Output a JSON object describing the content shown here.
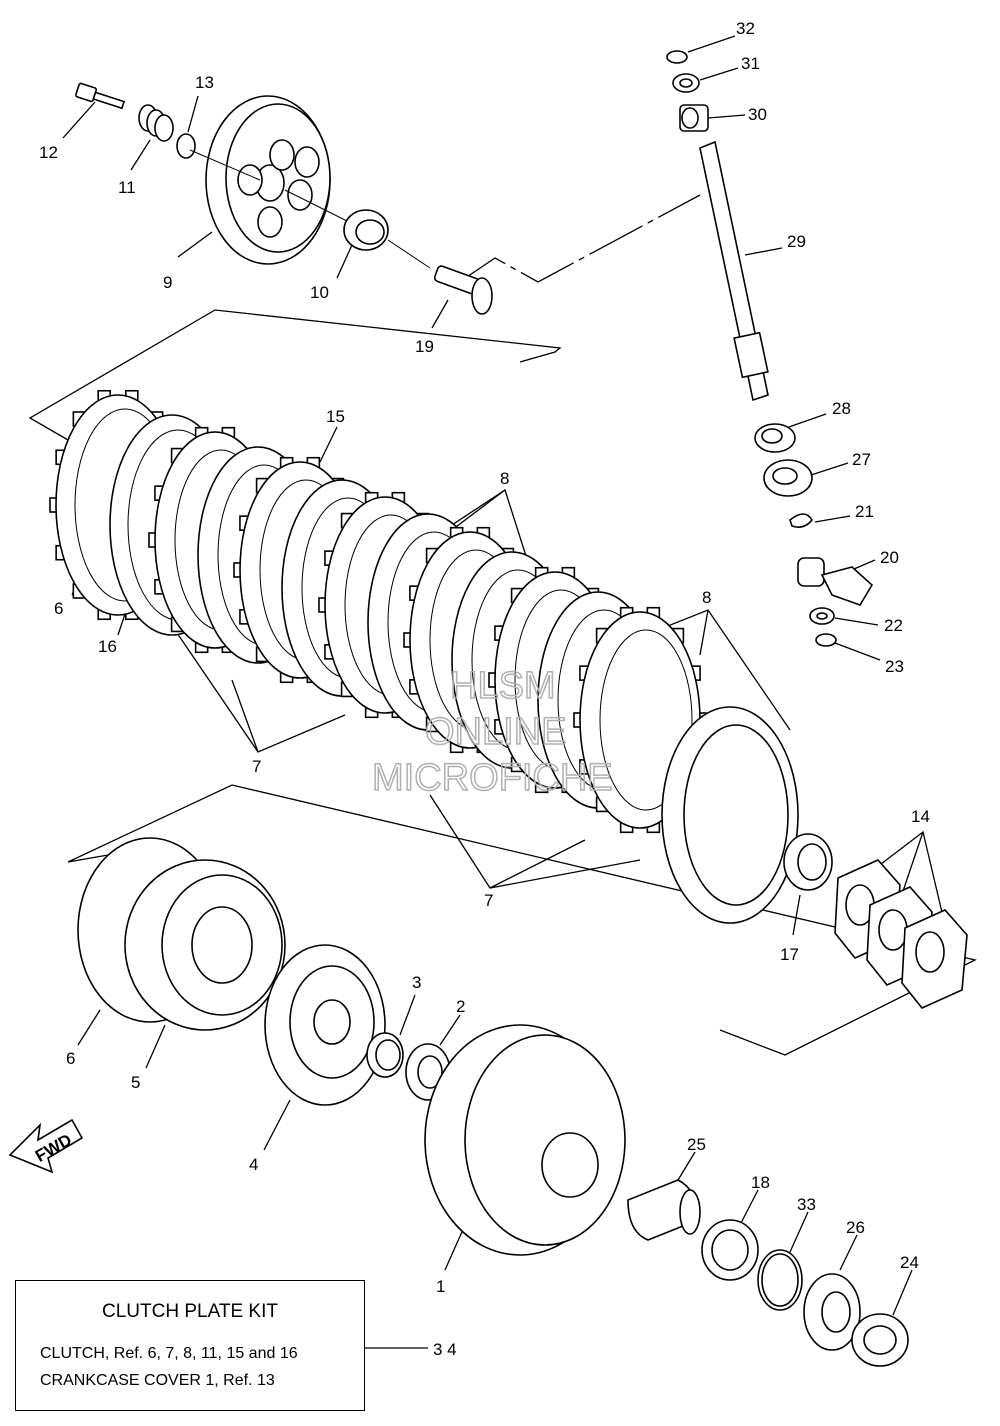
{
  "callouts": [
    {
      "id": "1",
      "label": "1"
    },
    {
      "id": "2",
      "label": "2"
    },
    {
      "id": "3",
      "label": "3"
    },
    {
      "id": "4",
      "label": "4"
    },
    {
      "id": "5",
      "label": "5"
    },
    {
      "id": "6a",
      "label": "6"
    },
    {
      "id": "6b",
      "label": "6"
    },
    {
      "id": "7a",
      "label": "7"
    },
    {
      "id": "7b",
      "label": "7"
    },
    {
      "id": "8a",
      "label": "8"
    },
    {
      "id": "8b",
      "label": "8"
    },
    {
      "id": "9",
      "label": "9"
    },
    {
      "id": "10",
      "label": "10"
    },
    {
      "id": "11",
      "label": "11"
    },
    {
      "id": "12",
      "label": "12"
    },
    {
      "id": "13",
      "label": "13"
    },
    {
      "id": "14",
      "label": "14"
    },
    {
      "id": "15",
      "label": "15"
    },
    {
      "id": "16",
      "label": "16"
    },
    {
      "id": "17",
      "label": "17"
    },
    {
      "id": "18",
      "label": "18"
    },
    {
      "id": "19",
      "label": "19"
    },
    {
      "id": "20",
      "label": "20"
    },
    {
      "id": "21",
      "label": "21"
    },
    {
      "id": "22",
      "label": "22"
    },
    {
      "id": "23",
      "label": "23"
    },
    {
      "id": "24",
      "label": "24"
    },
    {
      "id": "25",
      "label": "25"
    },
    {
      "id": "26",
      "label": "26"
    },
    {
      "id": "27",
      "label": "27"
    },
    {
      "id": "28",
      "label": "28"
    },
    {
      "id": "29",
      "label": "29"
    },
    {
      "id": "30",
      "label": "30"
    },
    {
      "id": "31",
      "label": "31"
    },
    {
      "id": "32",
      "label": "32"
    },
    {
      "id": "33",
      "label": "33"
    },
    {
      "id": "34",
      "label": "3 4"
    }
  ],
  "fwd_label": "FWD",
  "watermark": {
    "line1": "HLSM",
    "line2": "ONLINE",
    "line3": "MICROFICHE"
  },
  "kit": {
    "title": "CLUTCH PLATE KIT",
    "line1": "CLUTCH, Ref.  6, 7, 8, 11, 15 and 16",
    "line2": "CRANKCASE COVER 1, Ref. 13"
  }
}
